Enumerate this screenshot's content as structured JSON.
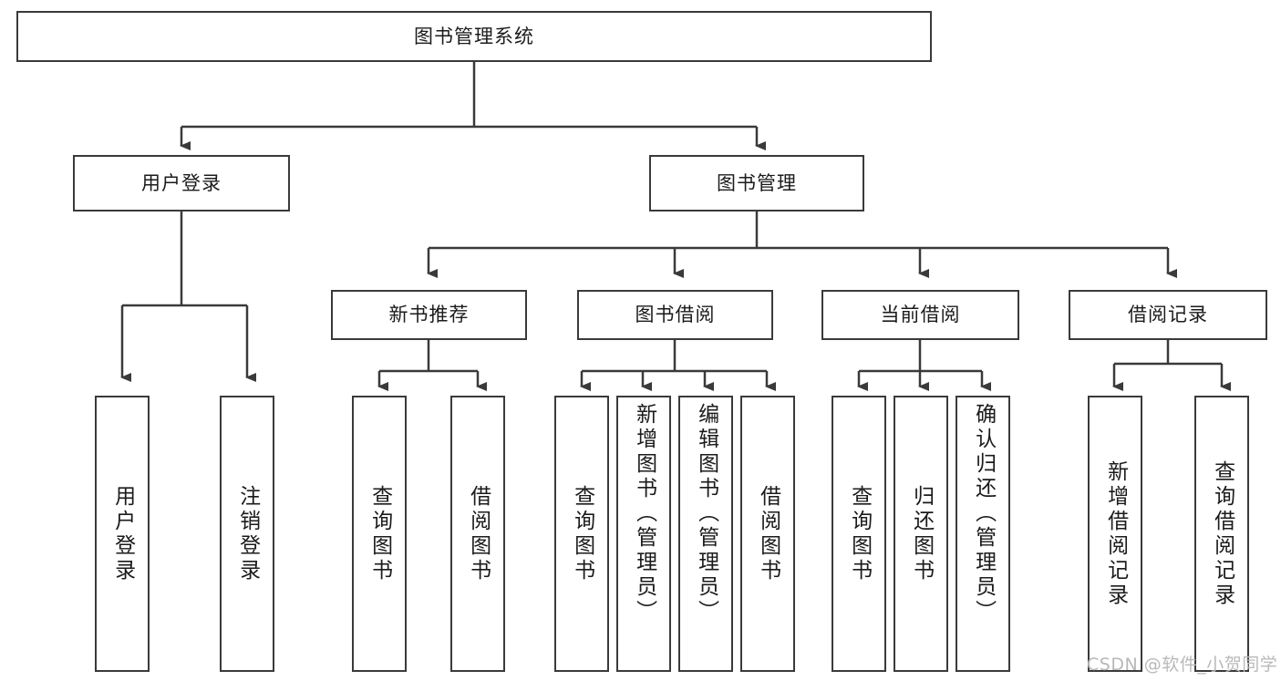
{
  "diagram": {
    "type": "tree",
    "title": "图书管理系统",
    "watermark": "CSDN @软件_小贺同学",
    "colors": {
      "box_border": "#3a3a3a",
      "box_fill": "#ffffff",
      "connector": "#3a3a3a",
      "text": "#1b1b1b",
      "watermark": "#b9b9b9",
      "background": "#ffffff"
    },
    "root": {
      "label": "图书管理系统"
    },
    "level2": [
      {
        "label": "用户登录"
      },
      {
        "label": "图书管理"
      }
    ],
    "level3": [
      {
        "label": "新书推荐"
      },
      {
        "label": "图书借阅"
      },
      {
        "label": "当前借阅"
      },
      {
        "label": "借阅记录"
      }
    ],
    "leaves": {
      "user_login": [
        {
          "label": "用户登录"
        },
        {
          "label": "注销登录"
        }
      ],
      "new_book": [
        {
          "label": "查询图书"
        },
        {
          "label": "借阅图书"
        }
      ],
      "book_borrow": [
        {
          "label": "查询图书"
        },
        {
          "label": "新增图书（管理员）"
        },
        {
          "label": "编辑图书（管理员）"
        },
        {
          "label": "借阅图书"
        }
      ],
      "current_borrow": [
        {
          "label": "查询图书"
        },
        {
          "label": "归还图书"
        },
        {
          "label": "确认归还（管理员）"
        }
      ],
      "borrow_record": [
        {
          "label": "新增借阅记录"
        },
        {
          "label": "查询借阅记录"
        }
      ]
    }
  }
}
